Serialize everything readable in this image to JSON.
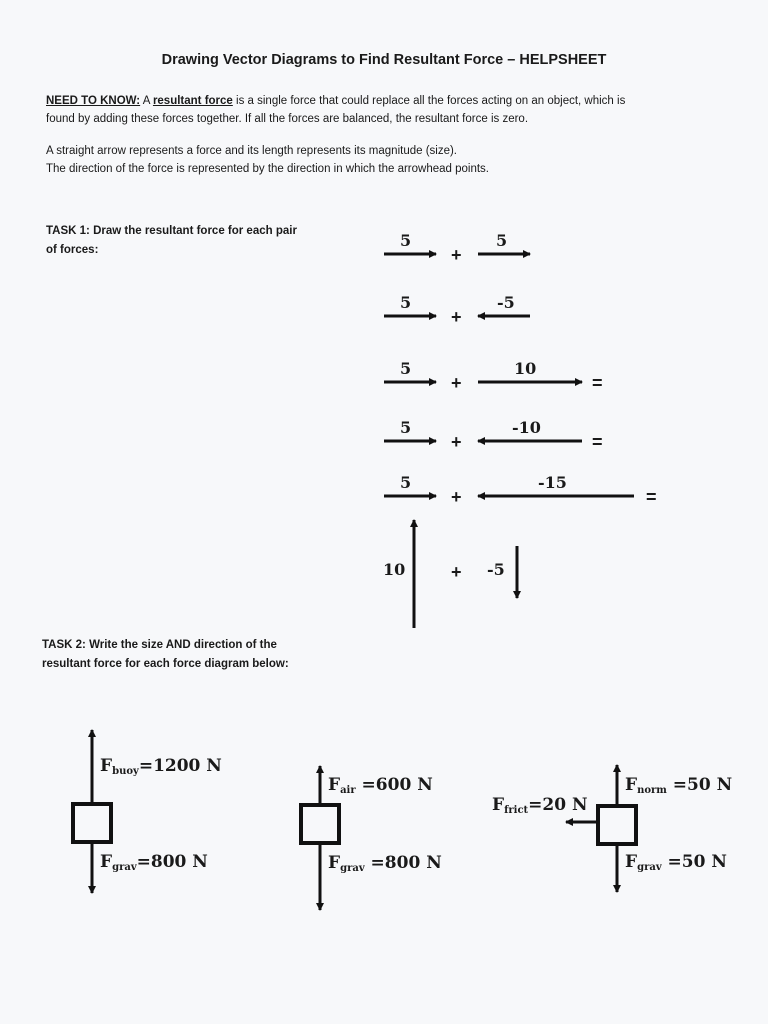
{
  "title": "Drawing Vector Diagrams to Find Resultant Force – HELPSHEET",
  "need_to_know": {
    "label": "NEED TO KNOW:",
    "pre": " A ",
    "term": "resultant force",
    "line1_rest": " is a single force that could replace all the forces acting on an object, which is",
    "line2": "found by adding these forces together.  If all the forces are balanced, the resultant force is zero.",
    "line3": "A straight arrow represents a force and its length represents its magnitude (size).",
    "line4": "The direction of the force is represented by the direction in which the arrowhead points."
  },
  "task1": {
    "line1": "TASK 1: Draw the resultant force for each pair",
    "line2": "of forces:",
    "plus": "+",
    "equals": "=",
    "pairs": [
      {
        "a": "5",
        "b": "5"
      },
      {
        "a": "5",
        "b": "-5"
      },
      {
        "a": "5",
        "b": "10"
      },
      {
        "a": "5",
        "b": "-10"
      },
      {
        "a": "5",
        "b": "-15"
      },
      {
        "a": "10",
        "b": "-5"
      }
    ]
  },
  "task2": {
    "line1": "TASK 2: Write the size AND direction of the",
    "line2": "resultant force for  each force diagram below:",
    "diagrams": [
      {
        "top_symbol": "F",
        "top_sub": "buoy",
        "top_value": "=1200 N",
        "bottom_symbol": "F",
        "bottom_sub": "grav",
        "bottom_value": "=800 N"
      },
      {
        "top_symbol": "F",
        "top_sub": "air",
        "top_value": " =600 N",
        "bottom_symbol": "F",
        "bottom_sub": "grav",
        "bottom_value": " =800 N"
      },
      {
        "top_symbol": "F",
        "top_sub": "norm",
        "top_value": " =50 N",
        "left_symbol": "F",
        "left_sub": "frict",
        "left_value": "=20 N",
        "bottom_symbol": "F",
        "bottom_sub": "grav",
        "bottom_value": " =50 N"
      }
    ]
  }
}
